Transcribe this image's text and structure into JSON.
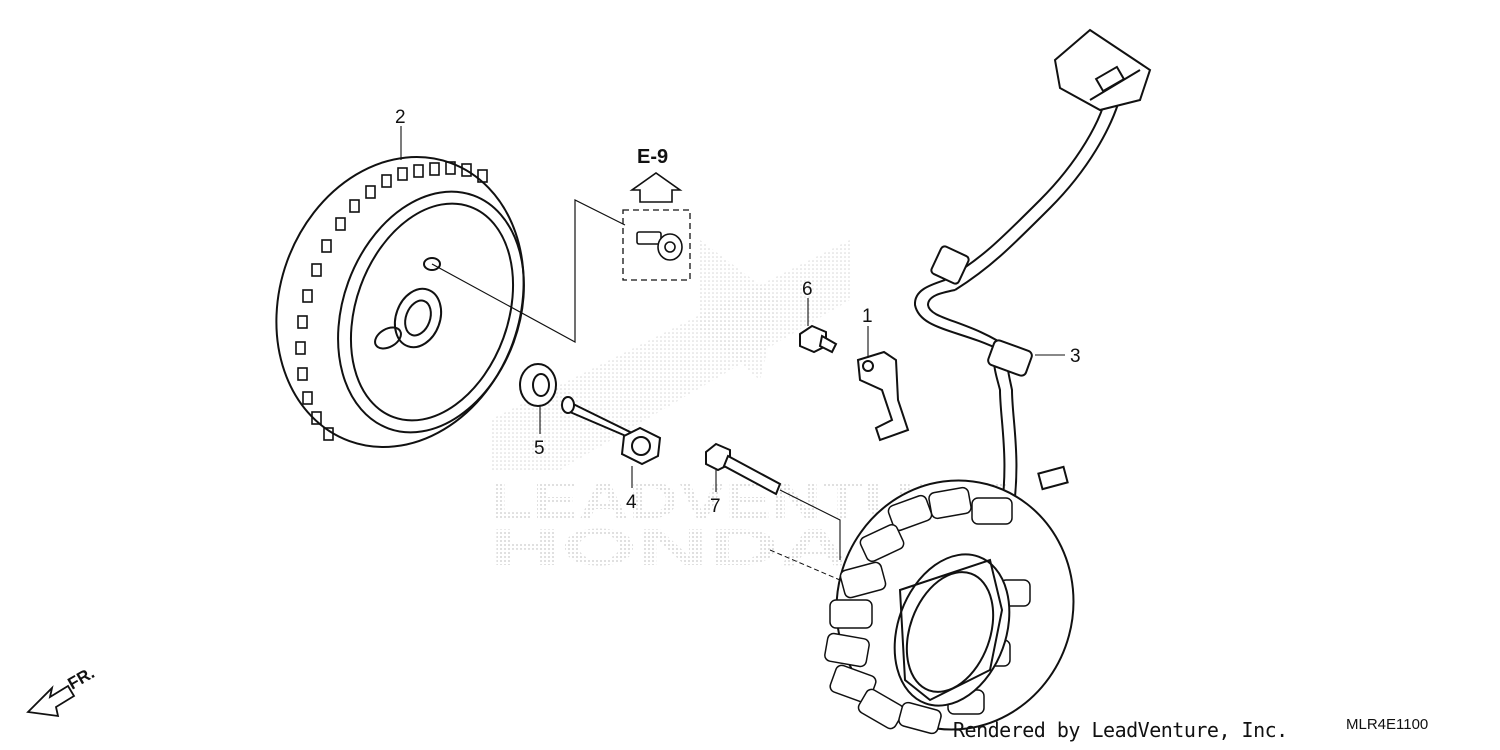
{
  "diagram": {
    "reference": {
      "label": "E-9"
    },
    "callouts": [
      {
        "id": "1",
        "part": "bracket"
      },
      {
        "id": "2",
        "part": "flywheel"
      },
      {
        "id": "3",
        "part": "wire-harness"
      },
      {
        "id": "4",
        "part": "flange-bolt"
      },
      {
        "id": "5",
        "part": "washer"
      },
      {
        "id": "6",
        "part": "small-bolt"
      },
      {
        "id": "7",
        "part": "long-bolt"
      }
    ],
    "front_indicator": "FR."
  },
  "watermark": {
    "line1": "LEADVENTURE",
    "line2": "HONDA"
  },
  "footer": {
    "credit": "Rendered by LeadVenture, Inc.",
    "code": "MLR4E1100"
  }
}
